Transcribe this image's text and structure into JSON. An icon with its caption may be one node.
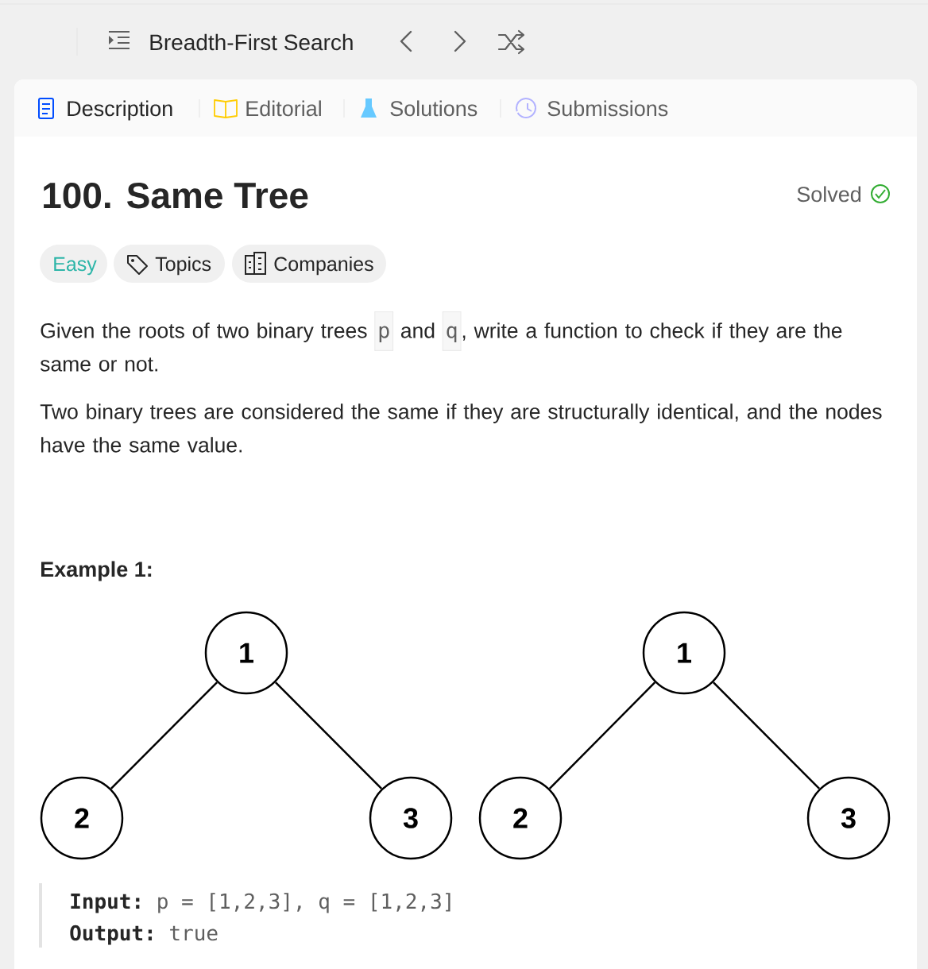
{
  "diagram": {
    "nodes": [
      {
        "text": [
          "1"
        ]
      },
      {
        "text": [
          "2"
        ]
      },
      {
        "text": [
          "3"
        ]
      },
      {
        "text": [
          "1"
        ]
      },
      {
        "text": [
          "2"
        ]
      },
      {
        "text": [
          "3"
        ]
      }
    ],
    "edges": [
      {
        "from": 0,
        "to": 1,
        "arrow": "none"
      },
      {
        "from": 0,
        "to": 2,
        "arrow": "none"
      },
      {
        "from": 3,
        "to": 4,
        "arrow": "none"
      },
      {
        "from": 3,
        "to": 5,
        "arrow": "none"
      }
    ],
    "labels": [
      "Breadth-First Search",
      "Description",
      "Editorial",
      "Solutions",
      "Submissions",
      "100. Same Tree",
      "Solved",
      "Easy",
      "Topics",
      "Companies",
      "Given the roots of two binary trees",
      "p",
      "and",
      "q",
      ", write a function to check if they are the same or not.",
      "Two binary trees are considered the same if they are structurally identical, and the nodes have the same value.",
      "Example 1:",
      "Input:",
      "p = [1,2,3], q = [1,2,3]",
      "Output:",
      "true"
    ]
  }
}
